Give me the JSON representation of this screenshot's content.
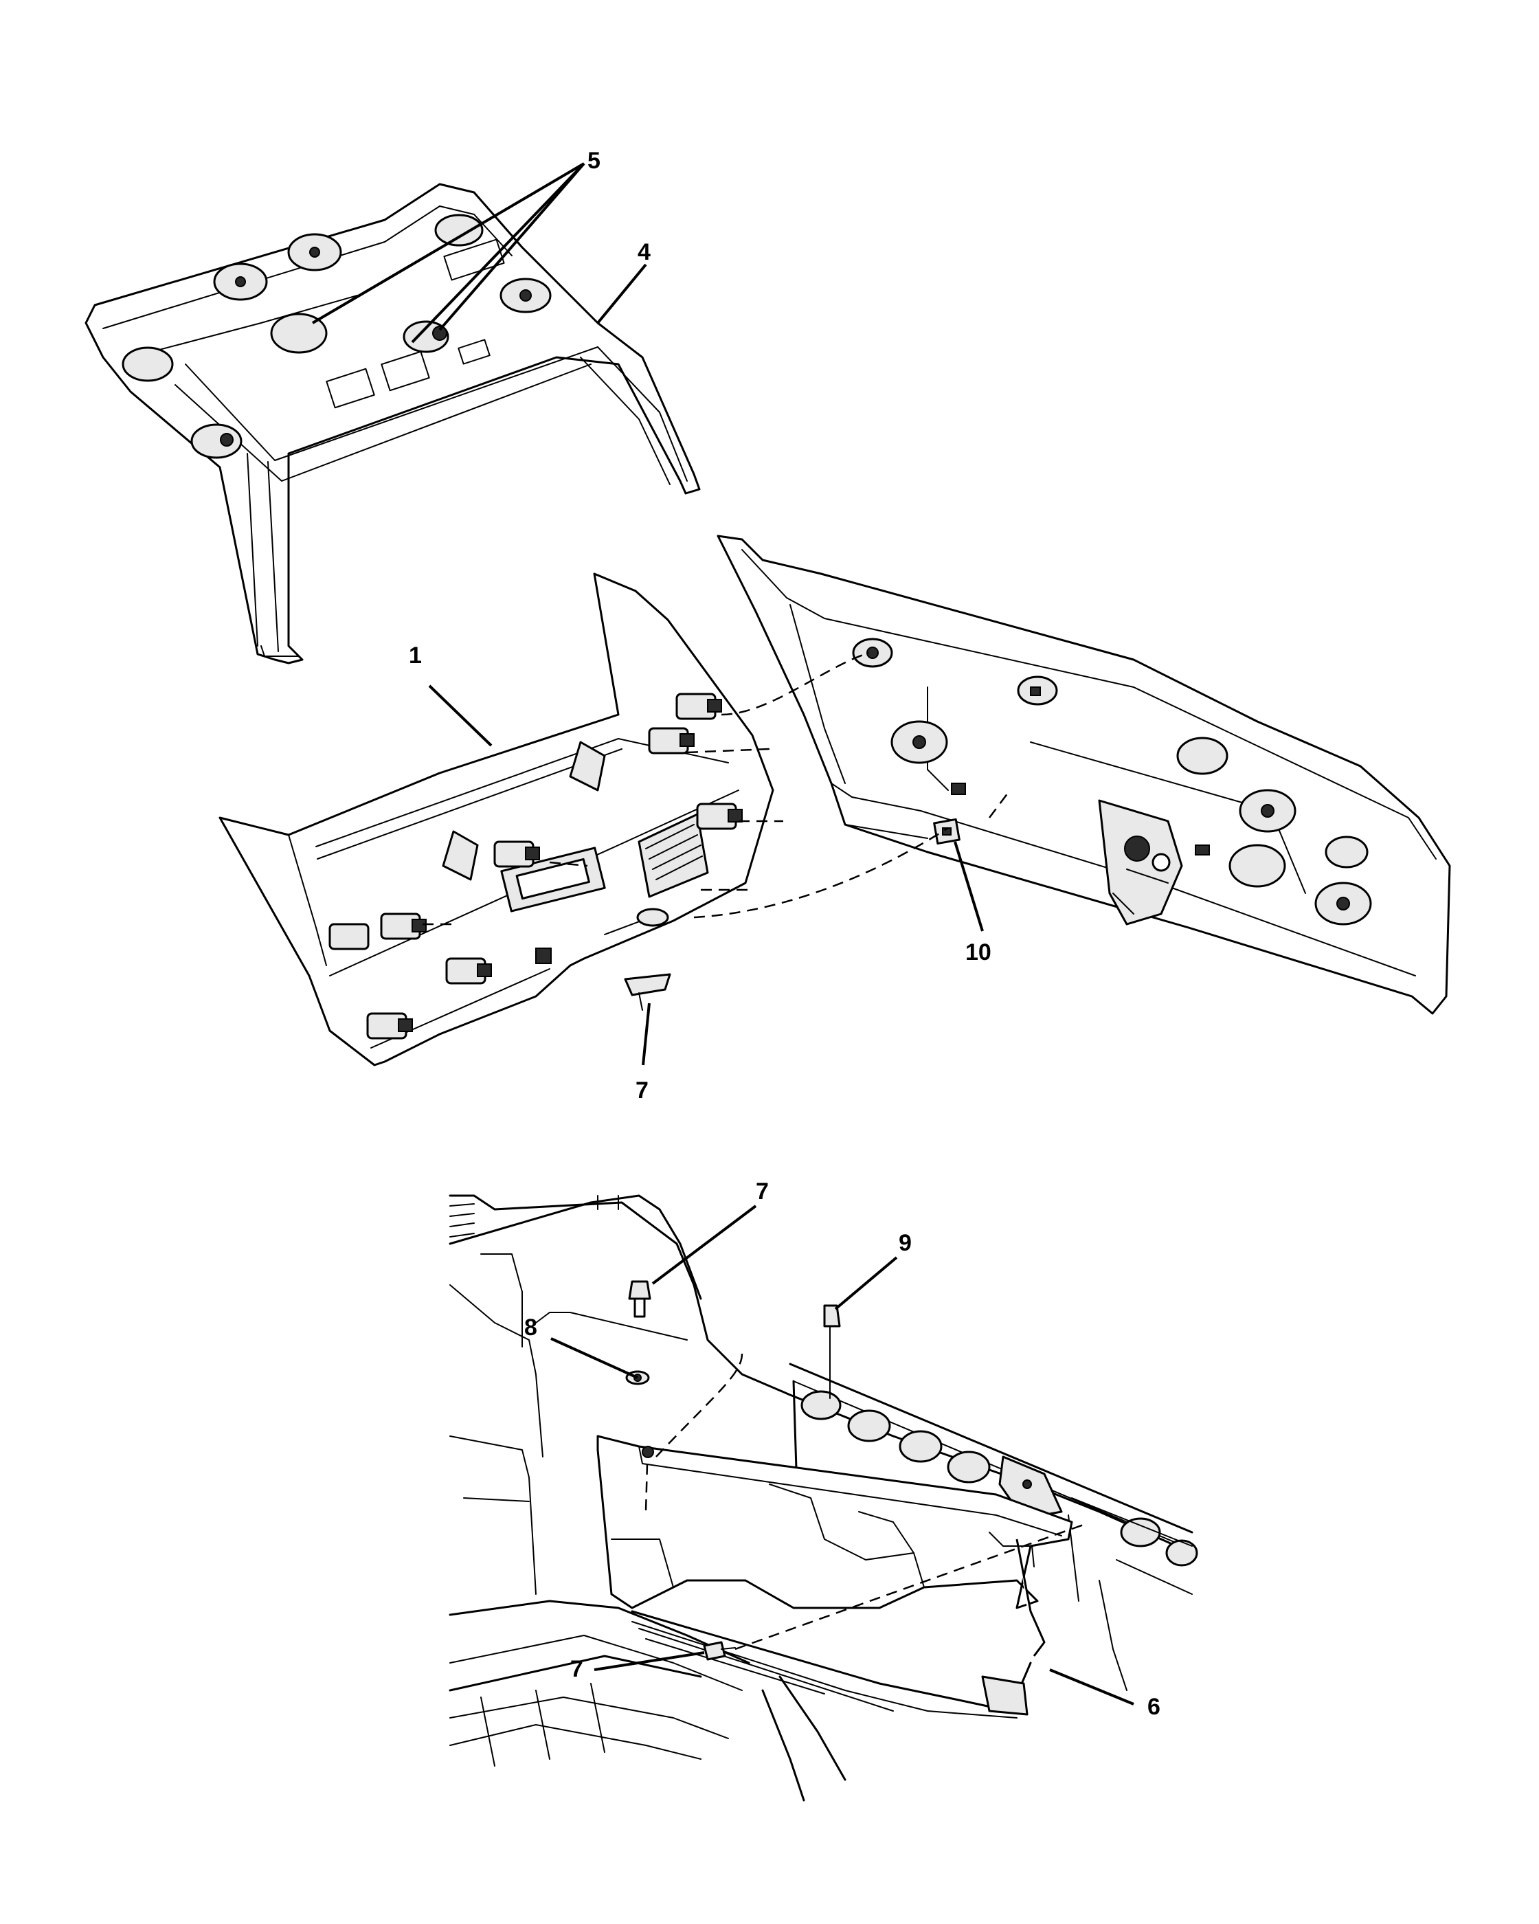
{
  "callouts": {
    "c1": "1",
    "c4": "4",
    "c5": "5",
    "c6": "6",
    "c7a": "7",
    "c7b": "7",
    "c7c": "7",
    "c8": "8",
    "c9": "9",
    "c10": "10"
  },
  "colors": {
    "line": "#000000",
    "shade": "#e9e9e9",
    "background": "#ffffff"
  }
}
